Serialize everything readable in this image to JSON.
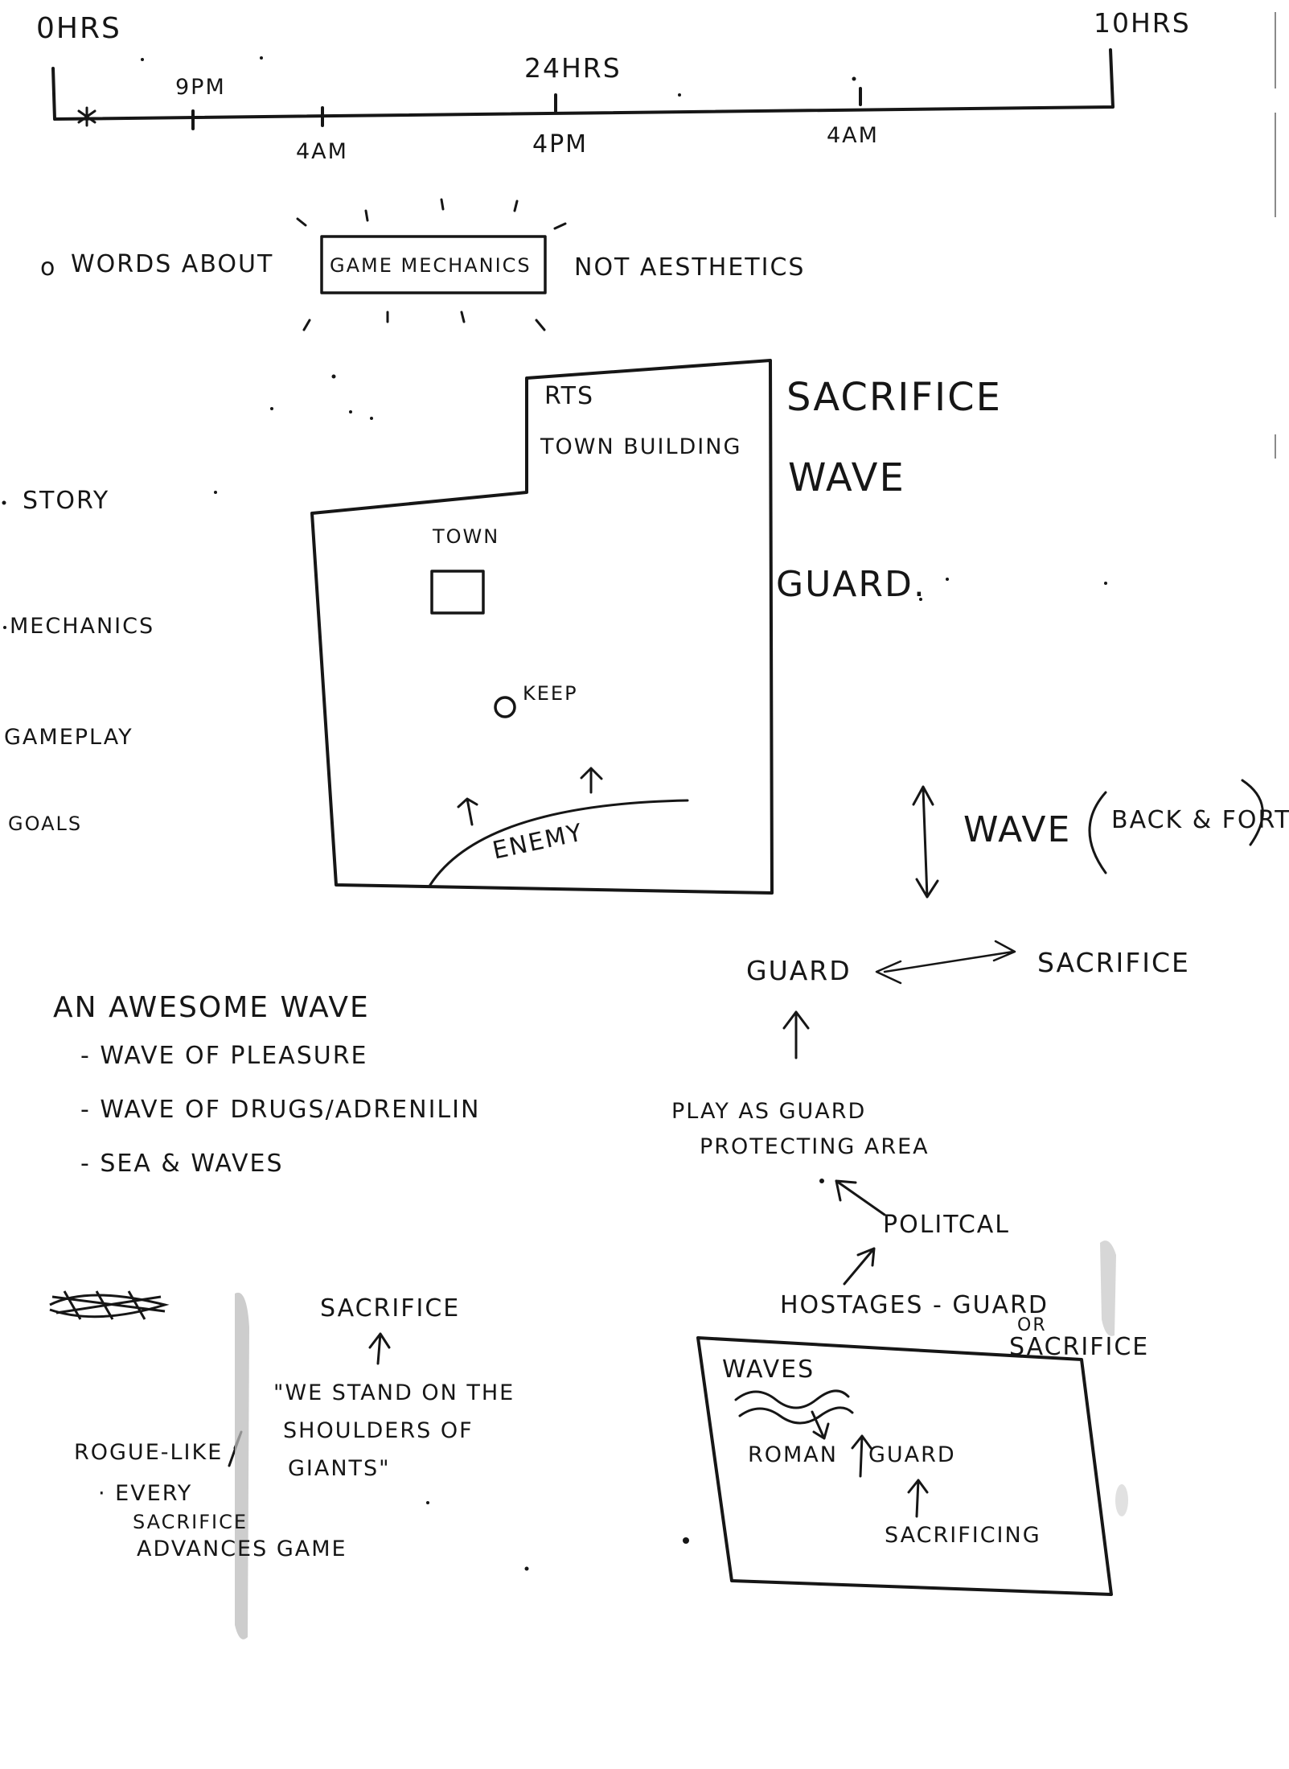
{
  "timeline": {
    "start_label": "0HRS",
    "end_label": "10HRS",
    "mid_label": "24HRS",
    "marks_above": [
      "9PM"
    ],
    "marks_below": [
      "4AM",
      "4PM",
      "4AM"
    ]
  },
  "note_words": {
    "prefix": "WORDS ABOUT",
    "boxed": "GAME MECHANICS",
    "suffix": "NOT AESTHETICS"
  },
  "side_list": [
    "STORY",
    "MECHANICS",
    "GAMEPLAY",
    "GOALS"
  ],
  "map": {
    "tab_items": [
      "RTS",
      "TOWN BUILDING"
    ],
    "town_label": "TOWN",
    "keep_label": "KEEP",
    "enemy_label": "ENEMY"
  },
  "right_words": [
    "SACRIFICE",
    "WAVE",
    "GUARD."
  ],
  "wave_label": "WAVE",
  "wave_paren": "BACK & FORTH",
  "guard_row": {
    "left": "GUARD",
    "right": "SACRIFICE"
  },
  "awesome": {
    "title": "AN AWESOME WAVE",
    "items": [
      "- WAVE OF PLEASURE",
      "- WAVE OF DRUGS/ADRENILIN",
      "- SEA & WAVES"
    ]
  },
  "play_as": [
    "PLAY AS GUARD",
    "PROTECTING AREA"
  ],
  "political": "POLITCAL",
  "hostages": {
    "label": "HOSTAGES - GUARD",
    "or": "OR",
    "sacrifice": "SACRIFICE"
  },
  "bottom_box": {
    "waves": "WAVES",
    "roman": "ROMAN",
    "guard": "GUARD",
    "sacrificing": "SACRIFICING"
  },
  "bottom_left": {
    "sacrifice": "SACRIFICE",
    "quote": [
      "\"WE STAND ON THE",
      "SHOULDERS OF",
      "GIANTS\""
    ],
    "roguelike": "ROGUE-LIKE",
    "bullet": [
      "EVERY",
      "SACRIFICE",
      "ADVANCES GAME"
    ]
  },
  "colors": {
    "ink": "#161616",
    "smudge": "#bdbdbd",
    "paper": "#ffffff"
  }
}
